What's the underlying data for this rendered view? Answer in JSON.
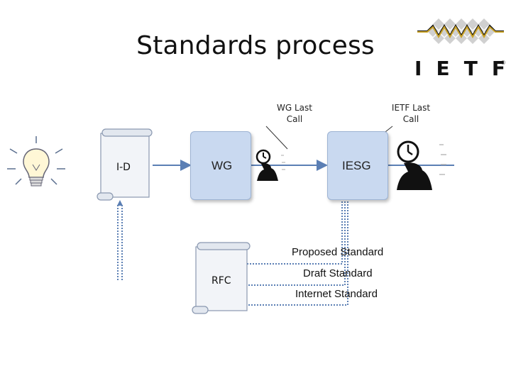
{
  "title": "Standards process",
  "logo": {
    "letters": [
      "I",
      "E",
      "T",
      "F"
    ],
    "mark": "®"
  },
  "callouts": {
    "wg_last_call": "WG Last\nCall",
    "ietf_last_call": "IETF Last\nCall"
  },
  "nodes": {
    "draft": "I-D",
    "wg": "WG",
    "iesg": "IESG",
    "rfc": "RFC"
  },
  "maturity_levels": [
    "Proposed Standard",
    "Draft Standard",
    "Internet Standard"
  ],
  "icons": [
    "lightbulb-icon",
    "stopwatch-runner-icon",
    "scroll-document-icon",
    "ietf-logo-mark"
  ],
  "colors": {
    "box_fill": "#c9d9f0",
    "arrow": "#5b7fb4",
    "logo_gold": "#c9a227"
  }
}
